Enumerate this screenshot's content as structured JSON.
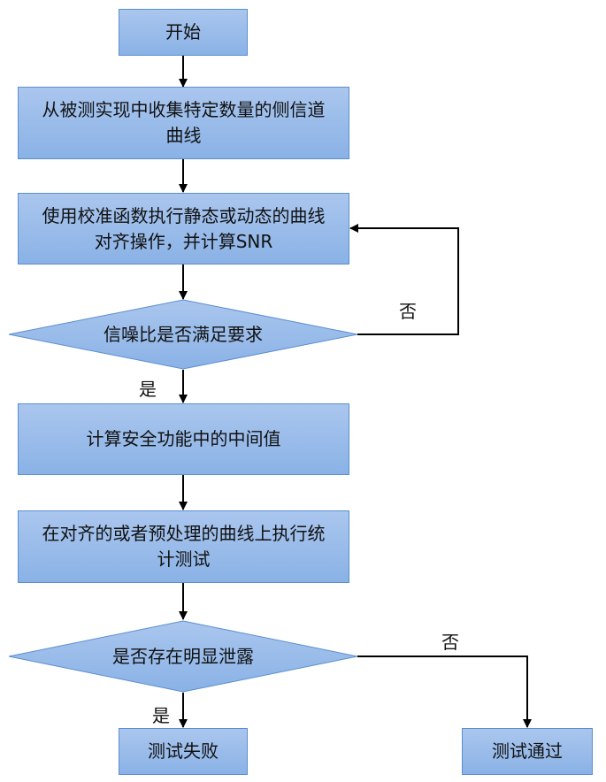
{
  "nodes": {
    "start": "开始",
    "collect": "从被测实现中收集特定数量的侧信道曲线",
    "align": "使用校准函数执行静态或动态的曲线对齐操作，并计算SNR",
    "snr_check": "信噪比是否满足要求",
    "compute": "计算安全功能中的中间值",
    "test": "在对齐的或者预处理的曲线上执行统计测试",
    "leak_check": "是否存在明显泄露",
    "fail": "测试失败",
    "pass": "测试通过"
  },
  "edges": {
    "snr_no": "否",
    "snr_yes": "是",
    "leak_no": "否",
    "leak_yes": "是"
  }
}
